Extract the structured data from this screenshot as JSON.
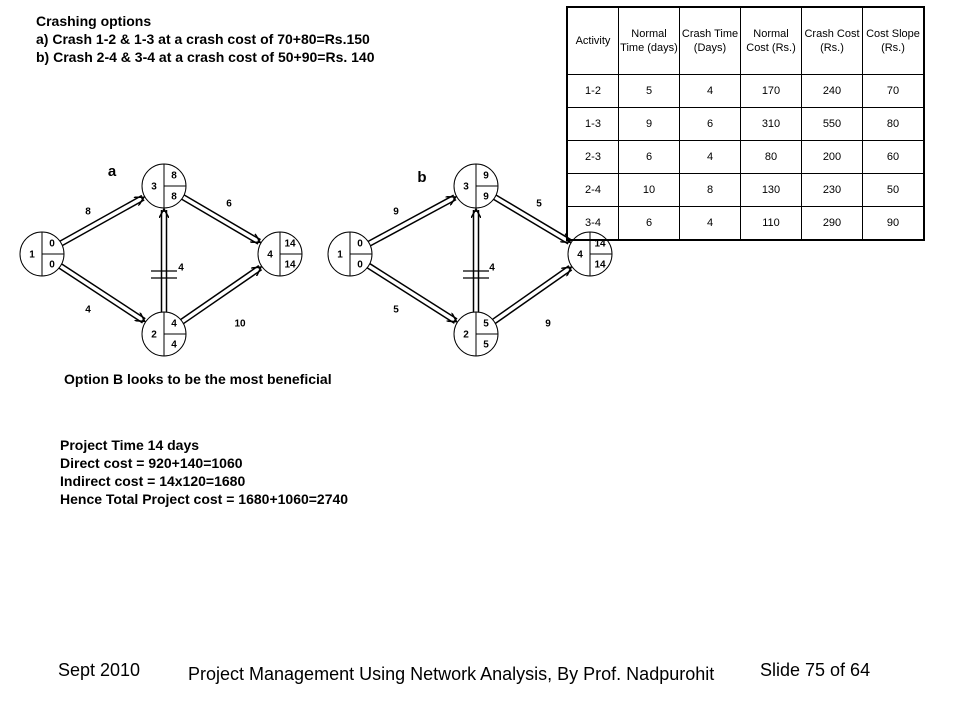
{
  "crashing": {
    "heading": "Crashing options",
    "option_a": "a) Crash 1-2 & 1-3 at a crash cost of 70+80=Rs.150",
    "option_b": "b) Crash 2-4 & 3-4 at a crash cost of 50+90=Rs. 140"
  },
  "conclusion": "Option B looks to be the most beneficial",
  "summary": {
    "line1": "Project Time 14 days",
    "line2": "Direct cost = 920+140=1060",
    "line3": "Indirect cost = 14x120=1680",
    "line4": "Hence Total Project cost = 1680+1060=2740"
  },
  "table": {
    "headers": [
      "Activity",
      "Normal Time (days)",
      "Crash Time (Days)",
      "Normal Cost (Rs.)",
      "Crash Cost (Rs.)",
      "Cost Slope (Rs.)"
    ],
    "rows": [
      [
        "1-2",
        "5",
        "4",
        "170",
        "240",
        "70"
      ],
      [
        "1-3",
        "9",
        "6",
        "310",
        "550",
        "80"
      ],
      [
        "2-3",
        "6",
        "4",
        "80",
        "200",
        "60"
      ],
      [
        "2-4",
        "10",
        "8",
        "130",
        "230",
        "50"
      ],
      [
        "3-4",
        "6",
        "4",
        "110",
        "290",
        "90"
      ]
    ]
  },
  "networks": [
    {
      "label": "a",
      "nodes": [
        {
          "id": "1",
          "top": "0",
          "bottom": "0"
        },
        {
          "id": "2",
          "top": "4",
          "bottom": "4"
        },
        {
          "id": "3",
          "top": "8",
          "bottom": "8"
        },
        {
          "id": "4",
          "top": "14",
          "bottom": "14"
        }
      ],
      "arrows": [
        {
          "from": "1",
          "to": "3",
          "duration": "8",
          "critical": true,
          "crashed": false
        },
        {
          "from": "1",
          "to": "2",
          "duration": "4",
          "critical": true,
          "crashed": false
        },
        {
          "from": "2",
          "to": "3",
          "duration": "4",
          "critical": true,
          "crashed": true
        },
        {
          "from": "3",
          "to": "4",
          "duration": "6",
          "critical": true,
          "crashed": false
        },
        {
          "from": "2",
          "to": "4",
          "duration": "10",
          "critical": true,
          "crashed": false
        }
      ]
    },
    {
      "label": "b",
      "nodes": [
        {
          "id": "1",
          "top": "0",
          "bottom": "0"
        },
        {
          "id": "2",
          "top": "5",
          "bottom": "5"
        },
        {
          "id": "3",
          "top": "9",
          "bottom": "9"
        },
        {
          "id": "4",
          "top": "14",
          "bottom": "14"
        }
      ],
      "arrows": [
        {
          "from": "1",
          "to": "3",
          "duration": "9",
          "critical": true,
          "crashed": false
        },
        {
          "from": "1",
          "to": "2",
          "duration": "5",
          "critical": true,
          "crashed": false
        },
        {
          "from": "2",
          "to": "3",
          "duration": "4",
          "critical": true,
          "crashed": true
        },
        {
          "from": "3",
          "to": "4",
          "duration": "5",
          "critical": true,
          "crashed": false
        },
        {
          "from": "2",
          "to": "4",
          "duration": "9",
          "critical": true,
          "crashed": false
        }
      ]
    }
  ],
  "footer": {
    "date": "Sept 2010",
    "title": "Project Management Using Network Analysis, By Prof. Nadpurohit",
    "slide": "Slide 75 of 64"
  }
}
